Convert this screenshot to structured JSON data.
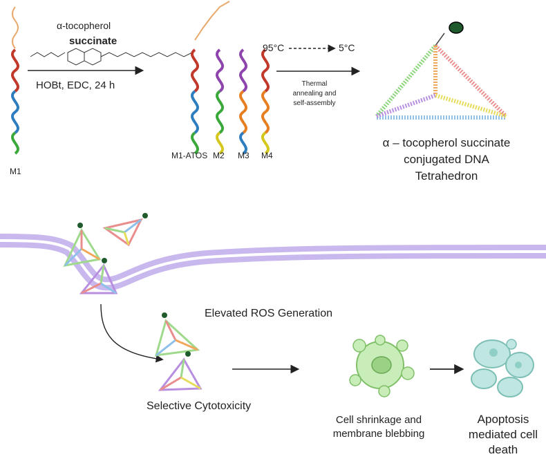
{
  "synthesis": {
    "reagent_top": "α-tocopherol",
    "reagent_name": "succinate",
    "conditions": "HOBt, EDC, 24 h",
    "label_m1": "M1",
    "label_m1_atos": "M1-ATOS",
    "label_m2": "M2",
    "label_m3": "M3",
    "label_m4": "M4",
    "temp_start": "95°C",
    "temp_end": "5°C",
    "process_line1": "Thermal",
    "process_line2": "annealing and",
    "process_line3": "self-assembly"
  },
  "product": {
    "line1": "α – tocopherol succinate",
    "line2": "conjugated DNA",
    "line3": "Tetrahedron"
  },
  "cellular": {
    "ros": "Elevated ROS Generation",
    "cytotoxicity": "Selective Cytotoxicity",
    "shrink_line1": "Cell shrinkage and",
    "shrink_line2": "membrane blebbing",
    "apop_line1": "Apoptosis",
    "apop_line2": "mediated cell",
    "apop_line3": "death"
  },
  "colors": {
    "strand_red": "#c0392b",
    "strand_blue": "#2e7dbf",
    "strand_green": "#3aa83a",
    "strand_purple": "#8e44ad",
    "strand_orange": "#e67e22",
    "strand_yellow": "#d4c81e",
    "membrane": "#c9b8ee",
    "dot": "#1f5a2c",
    "cell": "#b9e6a8",
    "apoptotic": "#a8ddd6"
  }
}
